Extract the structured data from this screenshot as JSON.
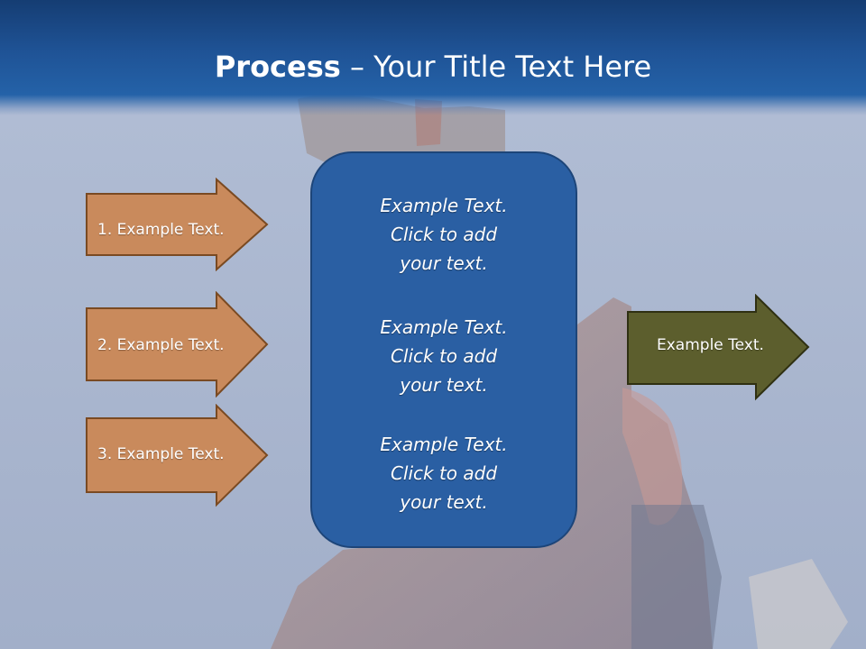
{
  "slide": {
    "title_bold": "Process",
    "title_rest": " – Your Title Text Here"
  },
  "inputs": [
    {
      "label": "1. Example Text."
    },
    {
      "label": "2. Example Text."
    },
    {
      "label": "3. Example Text."
    }
  ],
  "center": [
    {
      "line1": "Example Text.",
      "line2": "Click  to add",
      "line3": "your text."
    },
    {
      "line1": "Example Text.",
      "line2": "Click  to add",
      "line3": "your text."
    },
    {
      "line1": "Example Text.",
      "line2": "Click  to add",
      "line3": "your text."
    }
  ],
  "output": {
    "label": "Example Text."
  },
  "colors": {
    "input_arrow": "#c98a5c",
    "input_border": "#7a4a22",
    "output_arrow": "#5c5e2d",
    "output_border": "#2f3012",
    "center_box": "#2a5fa3",
    "title_bar": "#1f5396"
  }
}
